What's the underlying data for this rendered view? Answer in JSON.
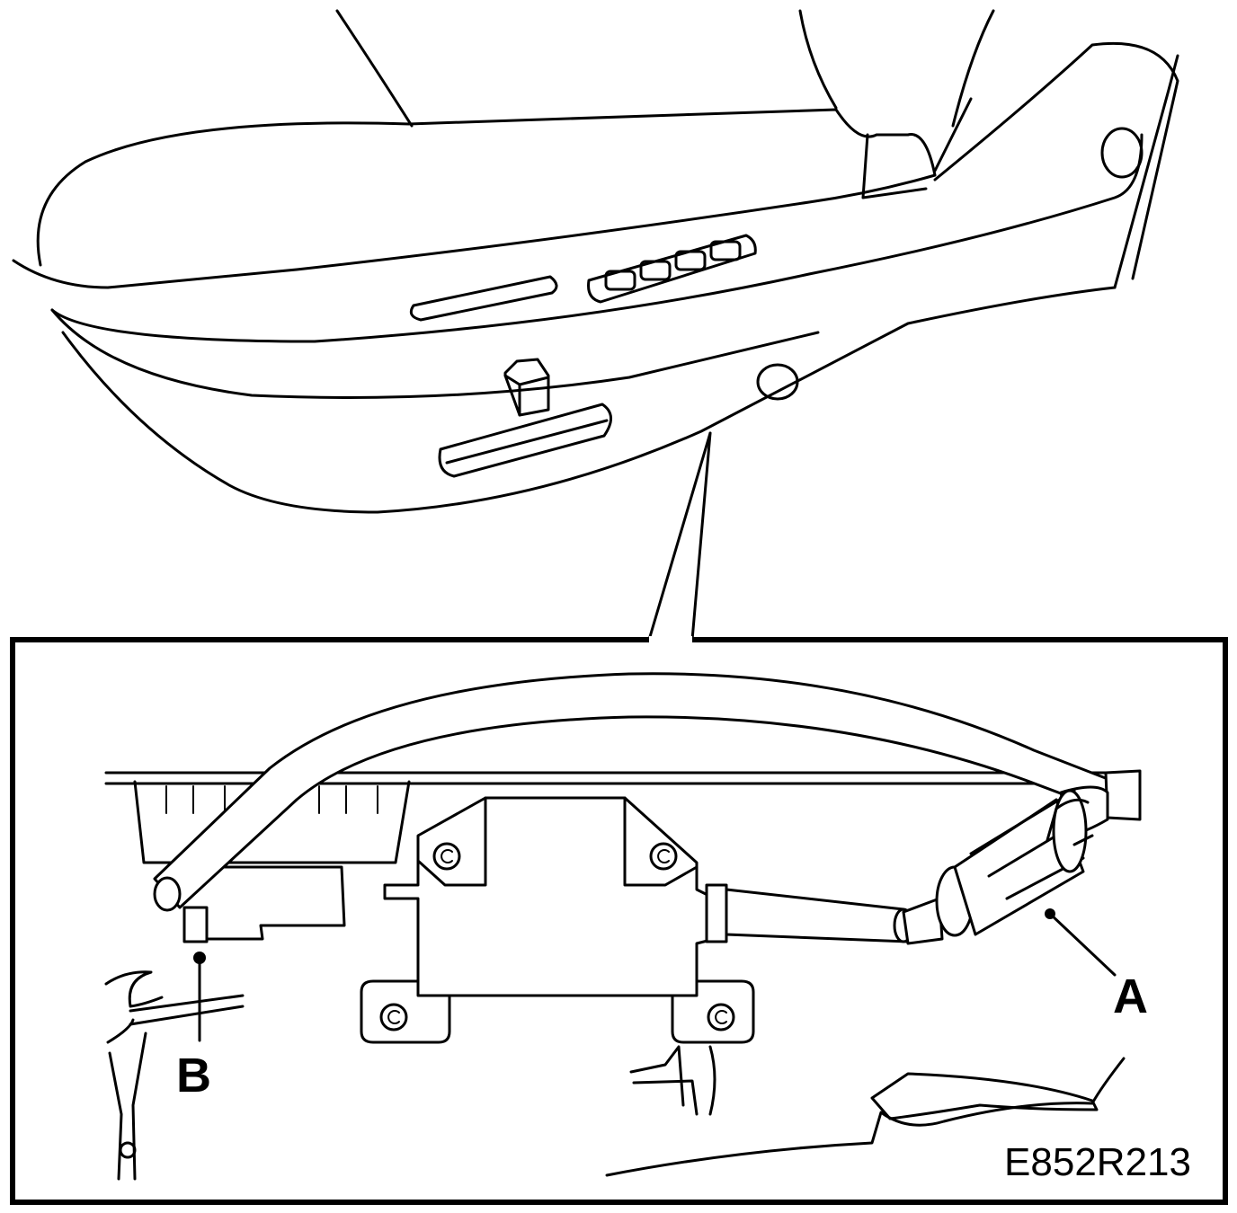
{
  "labels": {
    "a": "A",
    "b": "B"
  },
  "figure_code": "E852R213"
}
